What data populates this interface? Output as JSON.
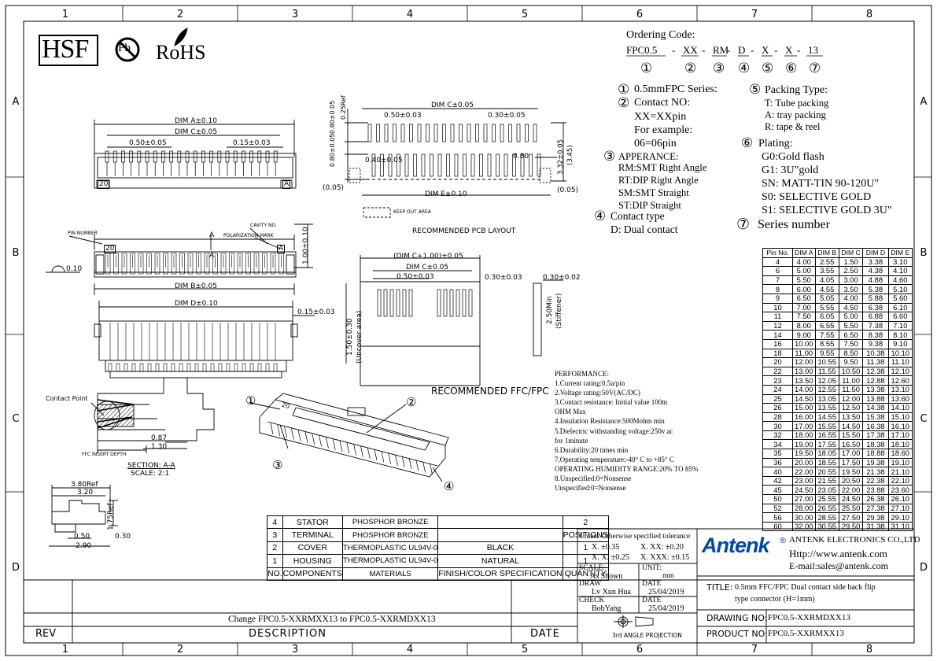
{
  "frame": {
    "columns": [
      "1",
      "2",
      "3",
      "4",
      "5",
      "6",
      "7",
      "8"
    ],
    "rows": [
      "A",
      "B",
      "C",
      "D"
    ]
  },
  "logos": {
    "hsf": "HSF",
    "pb": "Pb",
    "rohs": "RoHS"
  },
  "ordering": {
    "title": "Ordering Code:",
    "segments": [
      "FPC0.5",
      "XX",
      "RM",
      "D",
      "X",
      "X",
      "13"
    ],
    "numbers": [
      "1",
      "2",
      "3",
      "4",
      "5",
      "6",
      "7"
    ],
    "circled": [
      "①",
      "②",
      "③",
      "④",
      "⑤",
      "⑥",
      "⑦"
    ]
  },
  "legend": {
    "series": "0.5mmFPC Series:",
    "contact_no": "Contact NO:",
    "contact_no_lines": [
      "XX=XXpin",
      "For example:",
      "06=06pin"
    ],
    "appearance": "APPERANCE:",
    "appearance_lines": [
      "RM:SMT Right Angle",
      "RT:DIP Right Angle",
      "SM:SMT Straight",
      "ST:DIP Straight"
    ],
    "contact_type": "Contact type",
    "contact_type_lines": [
      "D: Dual contact"
    ],
    "packing": "Packing Type:",
    "packing_lines": [
      "T: Tube packing",
      "A: tray packing",
      "R: tape & reel"
    ],
    "plating": "Plating:",
    "plating_lines": [
      "G0:Gold flash",
      "G1: 3U\"gold",
      "SN: MATT-TIN 90-120U\"",
      "S0: SELECTIVE GOLD",
      "S1: SELECTIVE GOLD 3U\""
    ],
    "series_number": "Series number"
  },
  "pin_table": {
    "headers": [
      "Pin No.",
      "DIM A",
      "DIM B",
      "DIM C",
      "DIM D",
      "DIM E"
    ],
    "rows": [
      [
        "4",
        "4.00",
        "2.55",
        "1.50",
        "3.38",
        "3.10"
      ],
      [
        "6",
        "5.00",
        "3.55",
        "2.50",
        "4.38",
        "4.10"
      ],
      [
        "7",
        "5.50",
        "4.05",
        "3.00",
        "4.88",
        "4.60"
      ],
      [
        "8",
        "6.00",
        "4.55",
        "3.50",
        "5.38",
        "5.10"
      ],
      [
        "9",
        "6.50",
        "5.05",
        "4.00",
        "5.88",
        "5.60"
      ],
      [
        "10",
        "7.00",
        "5.55",
        "4.50",
        "6.38",
        "6.10"
      ],
      [
        "11",
        "7.50",
        "6.05",
        "5.00",
        "6.88",
        "6.60"
      ],
      [
        "12",
        "8.00",
        "6.55",
        "5.50",
        "7.38",
        "7.10"
      ],
      [
        "14",
        "9.00",
        "7.55",
        "6.50",
        "8.38",
        "8.10"
      ],
      [
        "16",
        "10.00",
        "8.55",
        "7.50",
        "9.38",
        "9.10"
      ],
      [
        "18",
        "11.00",
        "9.55",
        "8.50",
        "10.38",
        "10.10"
      ],
      [
        "20",
        "12.00",
        "10.55",
        "9.50",
        "11.38",
        "11.10"
      ],
      [
        "22",
        "13.00",
        "11.55",
        "10.50",
        "12.38",
        "12.10"
      ],
      [
        "23",
        "13.50",
        "12.05",
        "11.00",
        "12.88",
        "12.60"
      ],
      [
        "24",
        "14.00",
        "12.55",
        "11.50",
        "13.38",
        "13.10"
      ],
      [
        "25",
        "14.50",
        "13.05",
        "12.00",
        "13.88",
        "13.60"
      ],
      [
        "26",
        "15.00",
        "13.55",
        "12.50",
        "14.38",
        "14.10"
      ],
      [
        "28",
        "16.00",
        "14.55",
        "13.50",
        "15.38",
        "15.10"
      ],
      [
        "30",
        "17.00",
        "15.55",
        "14.50",
        "16.38",
        "16.10"
      ],
      [
        "32",
        "18.00",
        "16.55",
        "15.50",
        "17.38",
        "17.10"
      ],
      [
        "34",
        "19.00",
        "17.55",
        "16.50",
        "18.38",
        "18.10"
      ],
      [
        "35",
        "19.50",
        "18.05",
        "17.00",
        "18.88",
        "18.60"
      ],
      [
        "36",
        "20.00",
        "18.55",
        "17.50",
        "19.38",
        "19.10"
      ],
      [
        "40",
        "22.00",
        "20.55",
        "19.50",
        "21.38",
        "21.10"
      ],
      [
        "42",
        "23.00",
        "21.55",
        "20.50",
        "22.38",
        "22.10"
      ],
      [
        "45",
        "24.50",
        "23.05",
        "22.00",
        "23.88",
        "23.60"
      ],
      [
        "50",
        "27.00",
        "25.55",
        "24.50",
        "26.38",
        "26.10"
      ],
      [
        "52",
        "28.00",
        "26.55",
        "25.50",
        "27.38",
        "27.10"
      ],
      [
        "56",
        "30.00",
        "28.55",
        "27.50",
        "29.38",
        "29.10"
      ],
      [
        "60",
        "32.00",
        "30.55",
        "29.50",
        "31.38",
        "31.10"
      ]
    ]
  },
  "bom": {
    "rows": [
      [
        "4",
        "STATOR",
        "PHOSPHOR BRONZE",
        "",
        "2"
      ],
      [
        "3",
        "TERMINAL",
        "PHOSPHOR BRONZE",
        "",
        "POSITIONS"
      ],
      [
        "2",
        "COVER",
        "THERMOPLASTIC UL94V-0",
        "BLACK",
        "1"
      ],
      [
        "1",
        "HOUSING",
        "THERMOPLASTIC UL94V-0",
        "NATURAL",
        "1"
      ],
      [
        "NO.",
        "COMPONENTS",
        "MATERIALS",
        "FINISH/COLOR  SPECIFICATION",
        "QUANTITY"
      ]
    ]
  },
  "performance": {
    "title": "PERFORMANCE:",
    "lines": [
      "1.Current rating:0.5a/pin",
      "2.Voltage rating:50V(AC/DC)",
      "3.Contact resistance: Initial value 100m",
      "OHM Max",
      "4.Insulation Resistance:500Mohm min",
      "5.Dielectric withstanding voltage:250v ac",
      "for 1minute",
      "6.Durability:20 times min",
      "7.Operating temperature:-40° C to +85° C",
      "OPERATING HUMIDITY RANGE:20% TO 85%",
      "8.Unspecified:0=Nonsense",
      "  Unspecified:0=Nonsense"
    ]
  },
  "titleblock": {
    "tolerance_title": "Unless Otherwise specified tolerance",
    "tol_line1a": "X. ±0.35",
    "tol_line1b": "X. XX: ±0.20",
    "tol_line2a": "X. X: ±0.25",
    "tol_line2b": "X. XXX: ±0.15",
    "scale_label": "SCALE:",
    "scale_value": "As Shown",
    "unit_label": "UNIT:",
    "unit_value": "mm",
    "draw_label": "DRAW",
    "draw_value": "Lv Xun Hua",
    "date_label": "DATE",
    "draw_date": "25/04/2019",
    "check_label": "CHECK",
    "check_value": "BobYang",
    "check_date": "25/04/2019",
    "projection": "3rd ANGLE PROJECTION",
    "company": "ANTENK ELECTRONICS CO.,LTD",
    "brand": "Antenk",
    "reg": "®",
    "website": "Http://www.antenk.com",
    "email": "E-mail:sales@antenk.com",
    "title_label": "TITLE:",
    "title_value1": "0.5mm FFC/FPC Dual contact side back flip",
    "title_value2": "type connector (H=1mm)",
    "drawing_label": "DRAWING NO:",
    "drawing_value": "FPC0.5-XXRMDXX13",
    "product_label": "PRODUCT NO:",
    "product_value": "FPC0.5-XXRMXX13"
  },
  "revision": {
    "change": "Change FPC0.5-XXRMXX13  to FPC0.5-XXRMDXX13",
    "rev": "REV",
    "description": "DESCRIPTION",
    "date": "DATE"
  },
  "drawing": {
    "dim_a": "DIM A±0.10",
    "dim_c": "DIM C±0.05",
    "dim_c2": "DIM C±0.05",
    "pitch1": "0.50±0.05",
    "pitch2": "0.15±0.03",
    "n20": "20",
    "nA": "A",
    "pin_number": "PIN NUMBER",
    "cavity_no": "CAVITY NO.",
    "polarization": "POLARIZATION MARK",
    "sec_a": "A",
    "sec_a2": "A",
    "d_010": "0.10",
    "dim_b": "DIM B±0.05",
    "dim_d": "DIM D±0.10",
    "d_015": "0.15±0.03",
    "d_100": "1.00±0.10",
    "contact_point": "Contact Point",
    "ffc_depth": "FFC INSERT DEPTH",
    "d_087": "0.87",
    "d_130": "1.30",
    "section": "SECTION: A-A",
    "scale": "SCALE: 2:1",
    "d_380": "3.80Ref",
    "d_320": "3.20",
    "d_175": "1.75Ref",
    "d_050": "0.50",
    "d_030": "0.30",
    "d_290": "2.90",
    "pcb_080a": "0.80±0.05",
    "pcb_025": "0.25Ref",
    "pcb_050": "0.50±0.03",
    "pcb_030": "0.30±0.05",
    "pcb_080b": "0.80±0.05",
    "pcb_040": "0.40±0.05",
    "pcb_080c": "0.80",
    "pcb_332": "3.32±0.05",
    "pcb_345": "(3.45)",
    "pcb_005a": "(0.05)",
    "pcb_005b": "(0.05)",
    "pcb_dim_e": "DIM E±0.10",
    "keep_out": "KEEP OUT AREA",
    "pcb_title": "RECOMMENDED PCB LAYOUT",
    "ffc_dim_c1": "(DIM C+1.00)±0.05",
    "ffc_dim_c": "DIM C±0.05",
    "ffc_050": "0.50±0.03",
    "ffc_030": "0.30±0.03",
    "ffc_030b": "0.30±0.02",
    "ffc_150": "1.50±0.30",
    "ffc_uncover": "(Uncover area)",
    "ffc_250": "2.50Min",
    "ffc_stiff": "(Stiffener)",
    "ffc_title": "RECOMMENDED FFC/FPC",
    "c1": "①",
    "c2": "②",
    "c3": "③",
    "c4": "④",
    "n20b": "20"
  }
}
